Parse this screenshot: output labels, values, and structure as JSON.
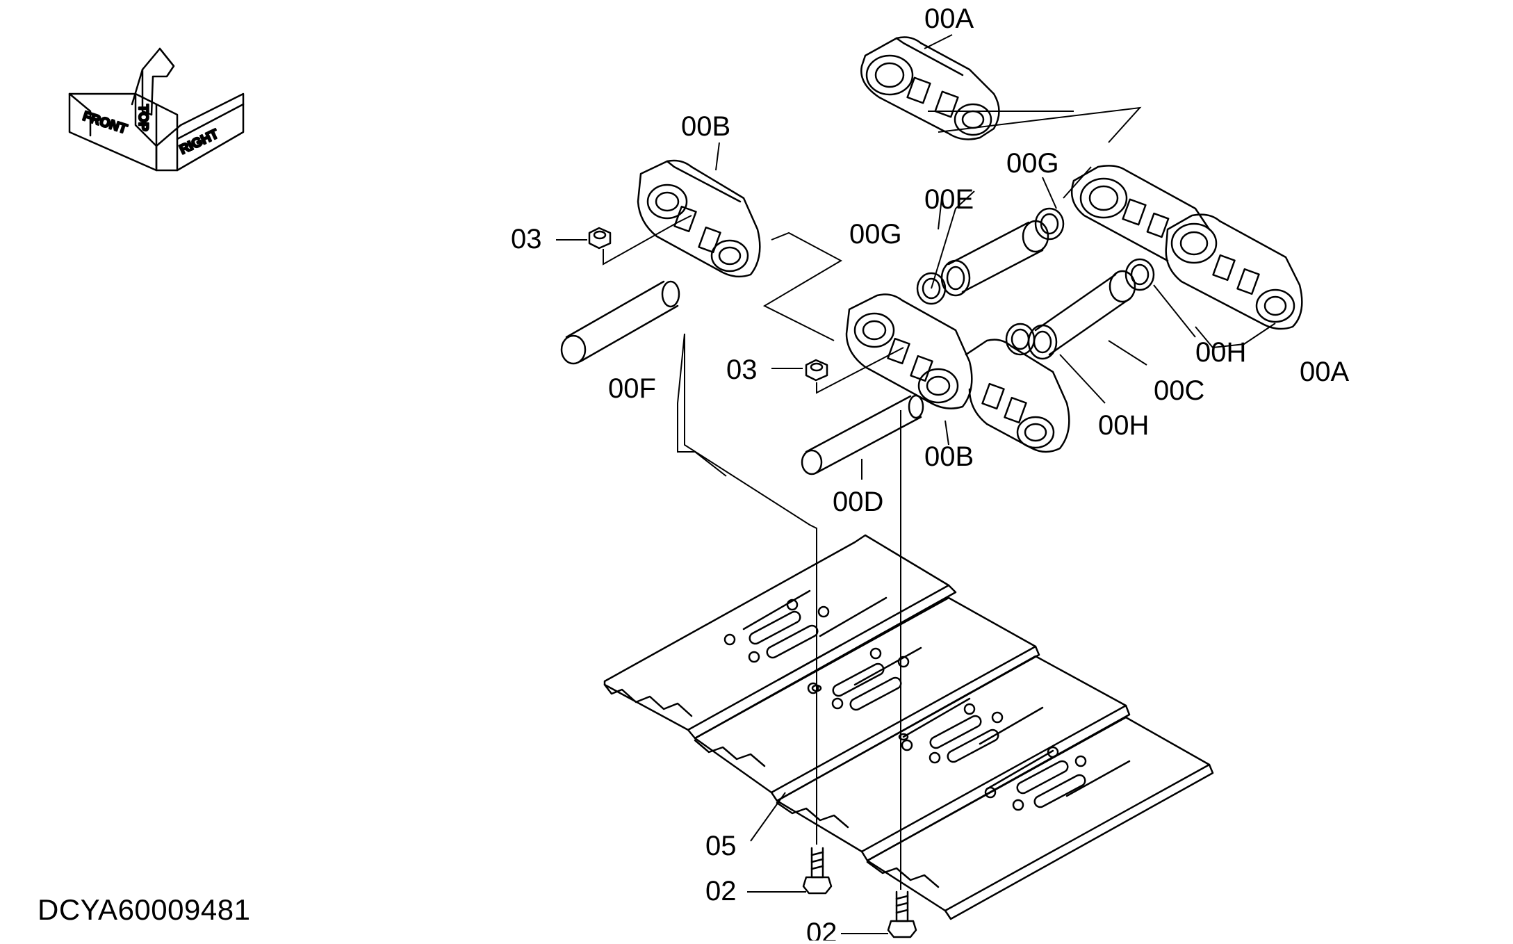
{
  "orientation_icon": {
    "top": "TOP",
    "front": "FRONT",
    "right": "RIGHT"
  },
  "callouts": {
    "link_a_top": "00A",
    "link_b_top": "00B",
    "link_a_right": "00A",
    "link_b_mid": "00B",
    "bushing_c": "00C",
    "pin_d": "00D",
    "bushing_e": "00E",
    "pin_f": "00F",
    "seal_g_left": "00G",
    "seal_g_right": "00G",
    "seal_h_right": "00H",
    "seal_h_lower": "00H",
    "nut_upper": "03",
    "nut_lower": "03",
    "shoe": "05",
    "bolt_left": "02",
    "bolt_right": "02"
  },
  "drawing_id": "DCYA60009481"
}
